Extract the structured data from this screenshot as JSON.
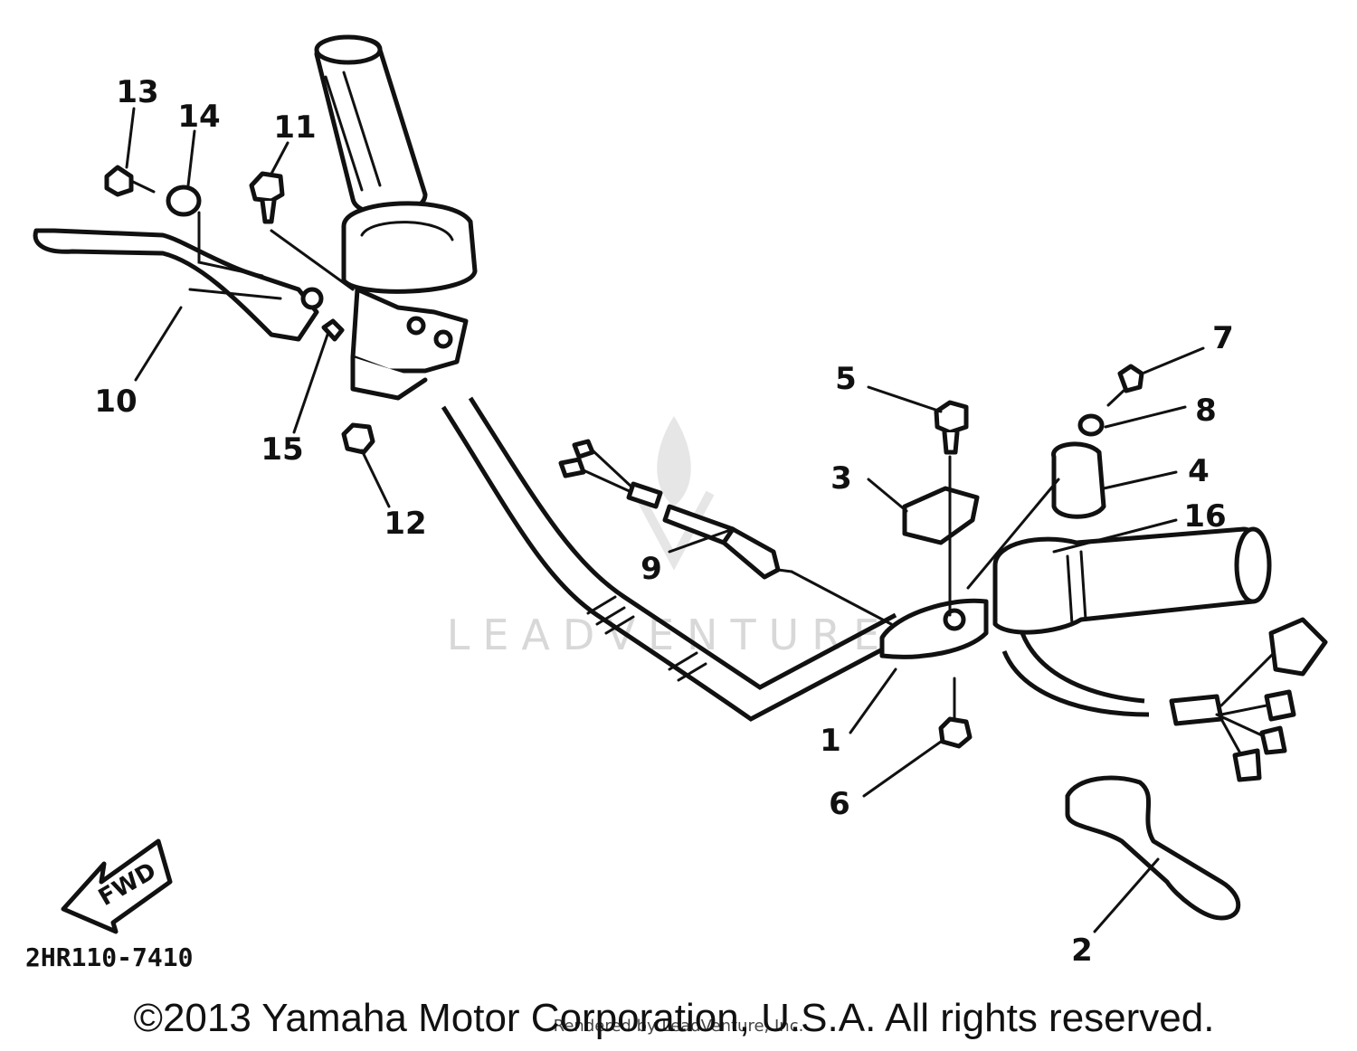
{
  "diagram": {
    "callouts": [
      {
        "id": "c13",
        "label": "13"
      },
      {
        "id": "c14",
        "label": "14"
      },
      {
        "id": "c11",
        "label": "11"
      },
      {
        "id": "c10",
        "label": "10"
      },
      {
        "id": "c15",
        "label": "15"
      },
      {
        "id": "c12",
        "label": "12"
      },
      {
        "id": "c5",
        "label": "5"
      },
      {
        "id": "c3",
        "label": "3"
      },
      {
        "id": "c7",
        "label": "7"
      },
      {
        "id": "c8",
        "label": "8"
      },
      {
        "id": "c4",
        "label": "4"
      },
      {
        "id": "c16",
        "label": "16"
      },
      {
        "id": "c9",
        "label": "9"
      },
      {
        "id": "c1",
        "label": "1"
      },
      {
        "id": "c6",
        "label": "6"
      },
      {
        "id": "c2",
        "label": "2"
      }
    ],
    "fwd_label": "FWD",
    "diagram_code": "2HR110-7410",
    "watermark": "LEADVENTURE",
    "rendered_by": "Rendered by LeadVenture, Inc.",
    "copyright": "©2013 Yamaha Motor Corporation, U.S.A. All rights reserved."
  }
}
